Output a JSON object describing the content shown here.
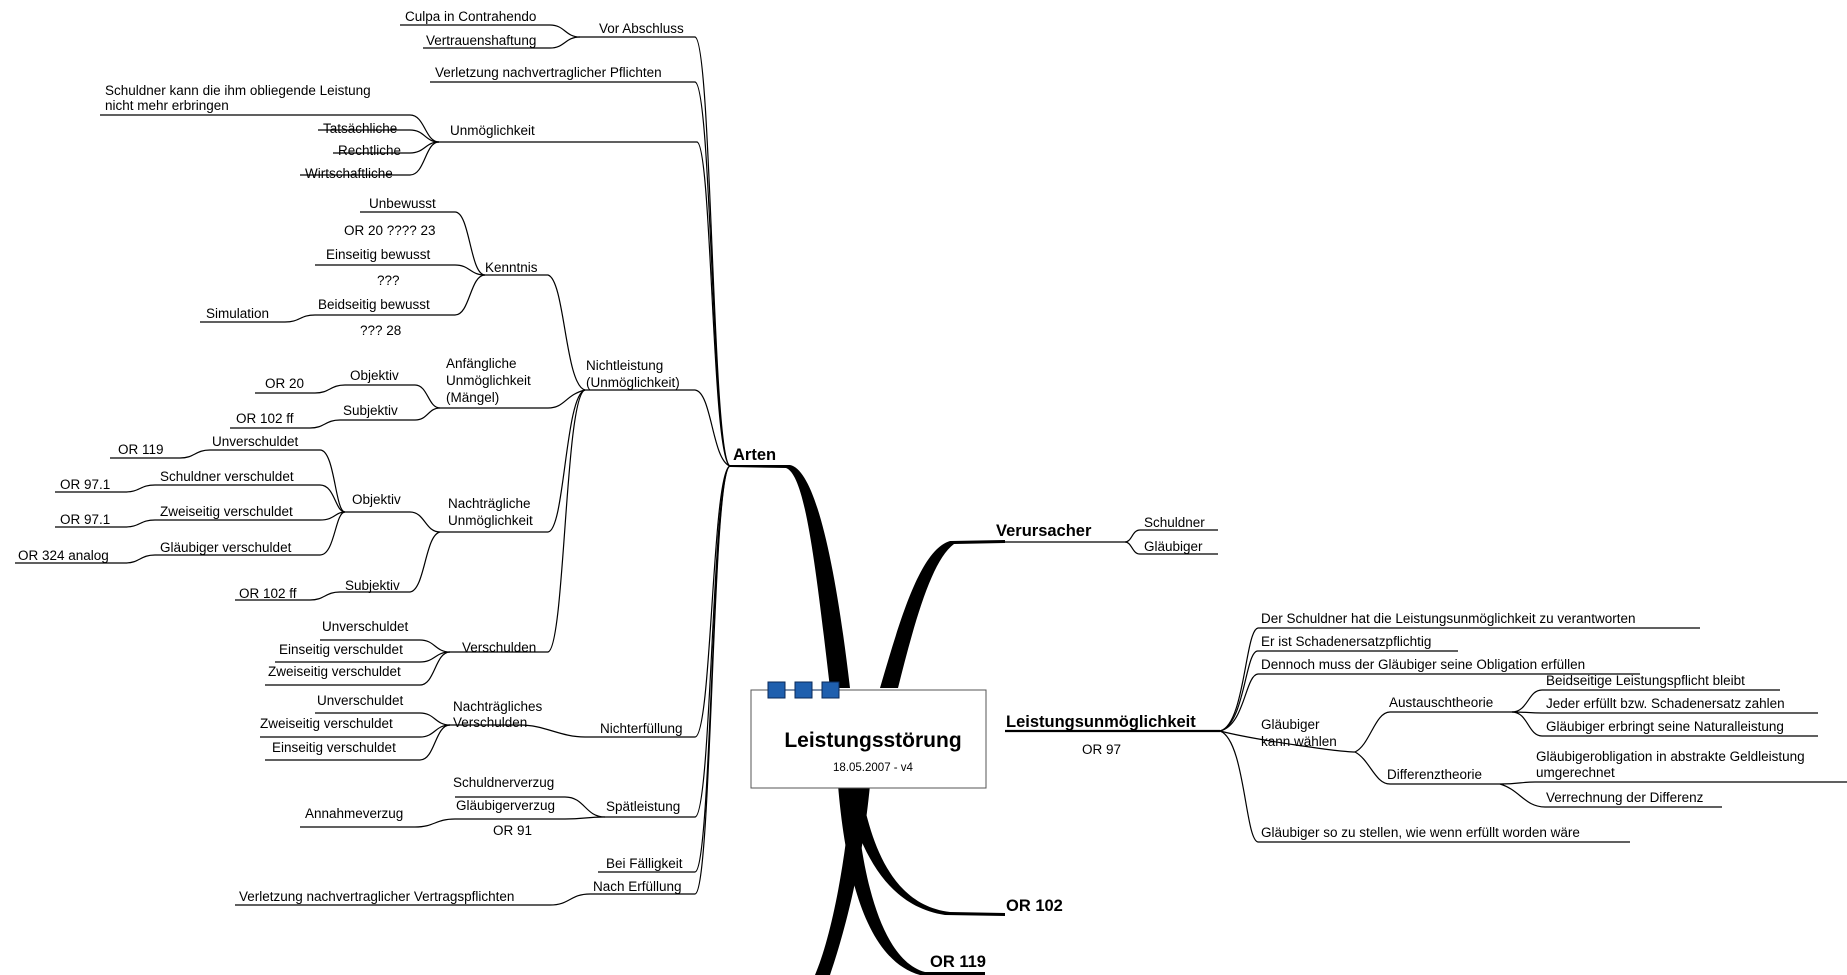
{
  "central": {
    "title": "Leistungsstörung",
    "date": "18.05.2007 - v4"
  },
  "main": {
    "arten": "Arten",
    "verursacher": "Verursacher",
    "leistungsunmoeglichkeit": "Leistungsunmöglichkeit",
    "lu_ref": "OR 97",
    "or102": "OR 102",
    "or119": "OR 119"
  },
  "verursacher": {
    "items": [
      "Schuldner",
      "Gläubiger"
    ]
  },
  "lu": {
    "items": [
      "Der Schuldner hat die Leistungsunmöglichkeit zu verantworten",
      "Er ist Schadenersatzpflichtig",
      "Dennoch muss der Gläubiger seine Obligation erfüllen",
      "Gläubiger so zu stellen, wie wenn erfüllt worden wäre"
    ],
    "waehlen": [
      "Gläubiger",
      "kann wählen"
    ],
    "austausch": "Austauschtheorie",
    "austausch_items": [
      "Beidseitige Leistungspflicht bleibt",
      "Jeder erfüllt bzw. Schadenersatz zahlen",
      "Gläubiger erbringt seine Naturalleistung"
    ],
    "differenz": "Differenztheorie",
    "differenz_items": [
      "Gläubigerobligation in abstrakte Geldleistung",
      "umgerechnet",
      "Verrechnung der Differenz"
    ]
  },
  "arten": {
    "vor_abschluss": "Vor Abschluss",
    "culpa": "Culpa in Contrahendo",
    "vertrauen": "Vertrauenshaftung",
    "verletzung_nach": "Verletzung nachvertraglicher Pflichten",
    "unmoeglichkeit": "Unmöglichkeit",
    "schuldner_kann": [
      "Schuldner kann die ihm obliegende Leistung",
      "nicht mehr erbringen"
    ],
    "tatsaechliche": "Tatsächliche",
    "rechtliche": "Rechtliche",
    "wirtschaftliche": "Wirtschaftliche",
    "kenntnis": "Kenntnis",
    "unbewusst": "Unbewusst",
    "or20_23": "OR 20  ???? 23",
    "einseitig_bewusst": "Einseitig bewusst",
    "qqq": "???",
    "beidseitig_bewusst": "Beidseitig bewusst",
    "simulation": "Simulation",
    "qqq28": "??? 28",
    "nichtleistung": [
      "Nichtleistung",
      "(Unmöglichkeit)"
    ],
    "anfaengliche": [
      "Anfängliche",
      "Unmöglichkeit",
      "(Mängel)"
    ],
    "objektiv": "Objektiv",
    "subjektiv": "Subjektiv",
    "or20": "OR 20",
    "or102ff": "OR 102 ff",
    "nachtraegliche": [
      "Nachträgliche",
      "Unmöglichkeit"
    ],
    "unverschuldet": "Unverschuldet",
    "schuldner_verschuldet": "Schuldner verschuldet",
    "zweiseitig_verschuldet": "Zweiseitig verschuldet",
    "glaeubiger_verschuldet": "Gläubiger verschuldet",
    "or119": "OR 119",
    "or971a": "OR 97.1",
    "or971b": "OR 97.1",
    "or324": "OR 324 analog",
    "or102ff2": "OR 102 ff",
    "verschulden": "Verschulden",
    "einseitig_verschuldet": "Einseitig verschuldet",
    "nichterfuellung": "Nichterfüllung",
    "nachtr_verschulden": [
      "Nachträgliches",
      "Verschulden"
    ],
    "spaetleistung": "Spätleistung",
    "schuldnerverzug": "Schuldnerverzug",
    "glaeubigerverzug": "Gläubigerverzug",
    "annahmeverzug": "Annahmeverzug",
    "or91": "OR 91",
    "bei_faelligkeit": "Bei Fälligkeit",
    "nach_erfuellung": "Nach Erfüllung",
    "verletzung_vertrag": "Verletzung nachvertraglicher Vertragspflichten"
  },
  "colors": {
    "icon_fill": "#1f5fae",
    "line": "#000000"
  }
}
